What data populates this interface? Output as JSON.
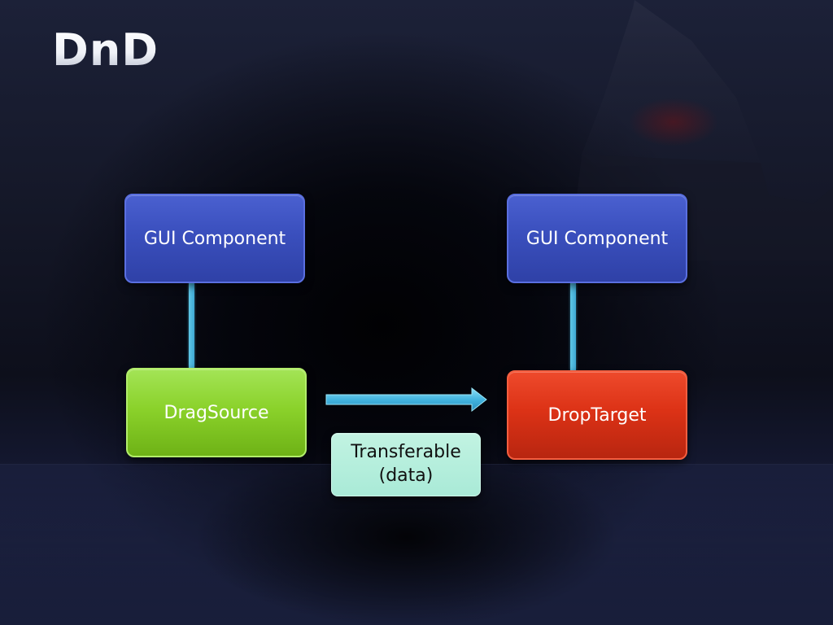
{
  "slide": {
    "title": "DnD"
  },
  "diagram": {
    "gui_component_left": "GUI Component",
    "gui_component_right": "GUI Component",
    "drag_source": "DragSource",
    "drop_target": "DropTarget",
    "transferable_line1": "Transferable",
    "transferable_line2": "(data)"
  },
  "colors": {
    "gui_component": "#3a4fbd",
    "drag_source": "#8bd22b",
    "drop_target": "#dc3216",
    "transferable": "#b4eedc",
    "connector": "#4ab8de",
    "background": "#141727"
  },
  "icons": {
    "transfer_arrow": "right-arrow-icon"
  }
}
